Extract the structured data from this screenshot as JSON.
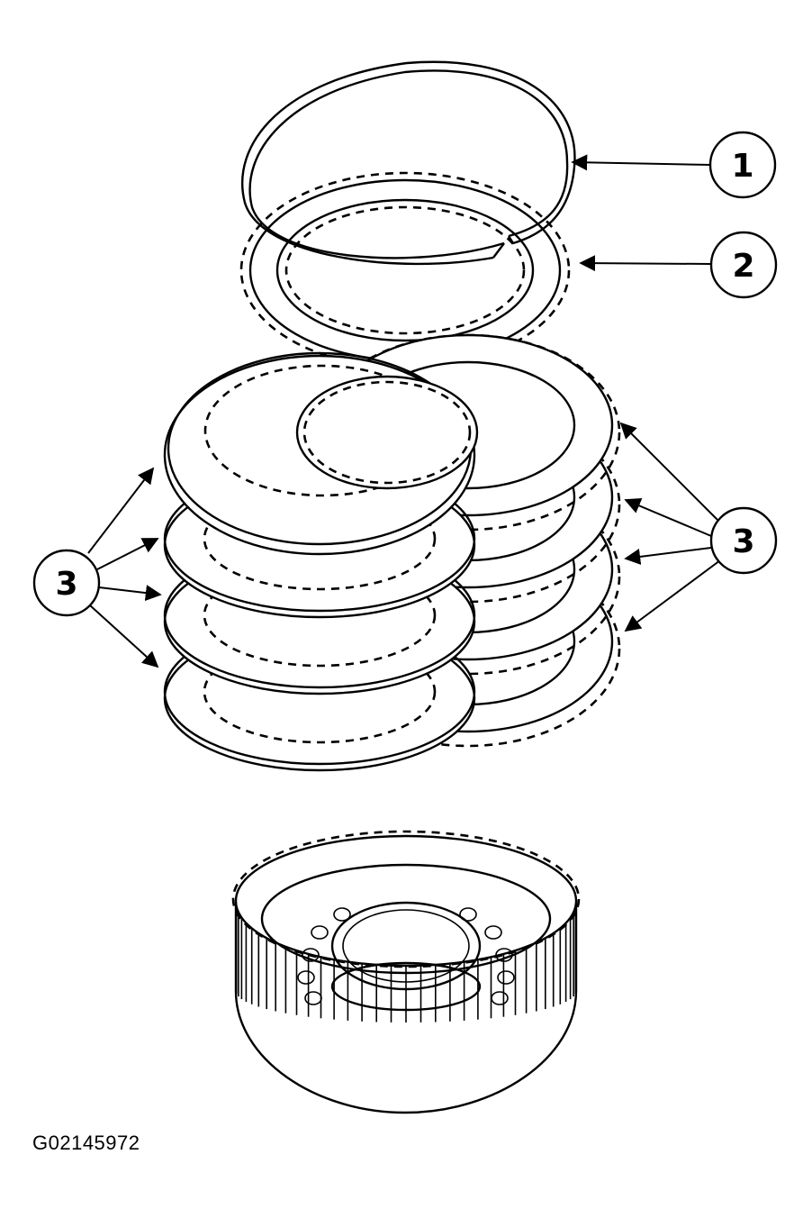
{
  "diagram": {
    "callouts": [
      {
        "id": "callout-1",
        "label": "1"
      },
      {
        "id": "callout-2",
        "label": "2"
      },
      {
        "id": "callout-3-left",
        "label": "3"
      },
      {
        "id": "callout-3-right",
        "label": "3"
      }
    ],
    "figure_id": "G02145972",
    "colors": {
      "line": "#000000",
      "background": "#ffffff"
    }
  }
}
